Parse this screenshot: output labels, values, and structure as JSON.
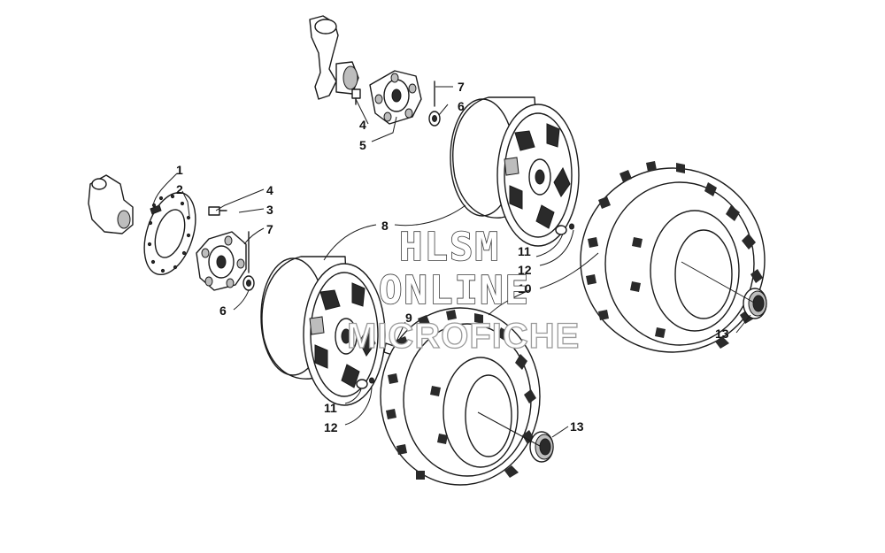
{
  "diagram": {
    "callouts": [
      "1",
      "2",
      "3",
      "4",
      "4",
      "5",
      "6",
      "6",
      "7",
      "7",
      "8",
      "9",
      "10",
      "11",
      "11",
      "12",
      "12",
      "13",
      "13"
    ]
  },
  "watermark": {
    "line1": "HLSM",
    "line2": "ONLINE",
    "line3": "MICROFICHE"
  }
}
